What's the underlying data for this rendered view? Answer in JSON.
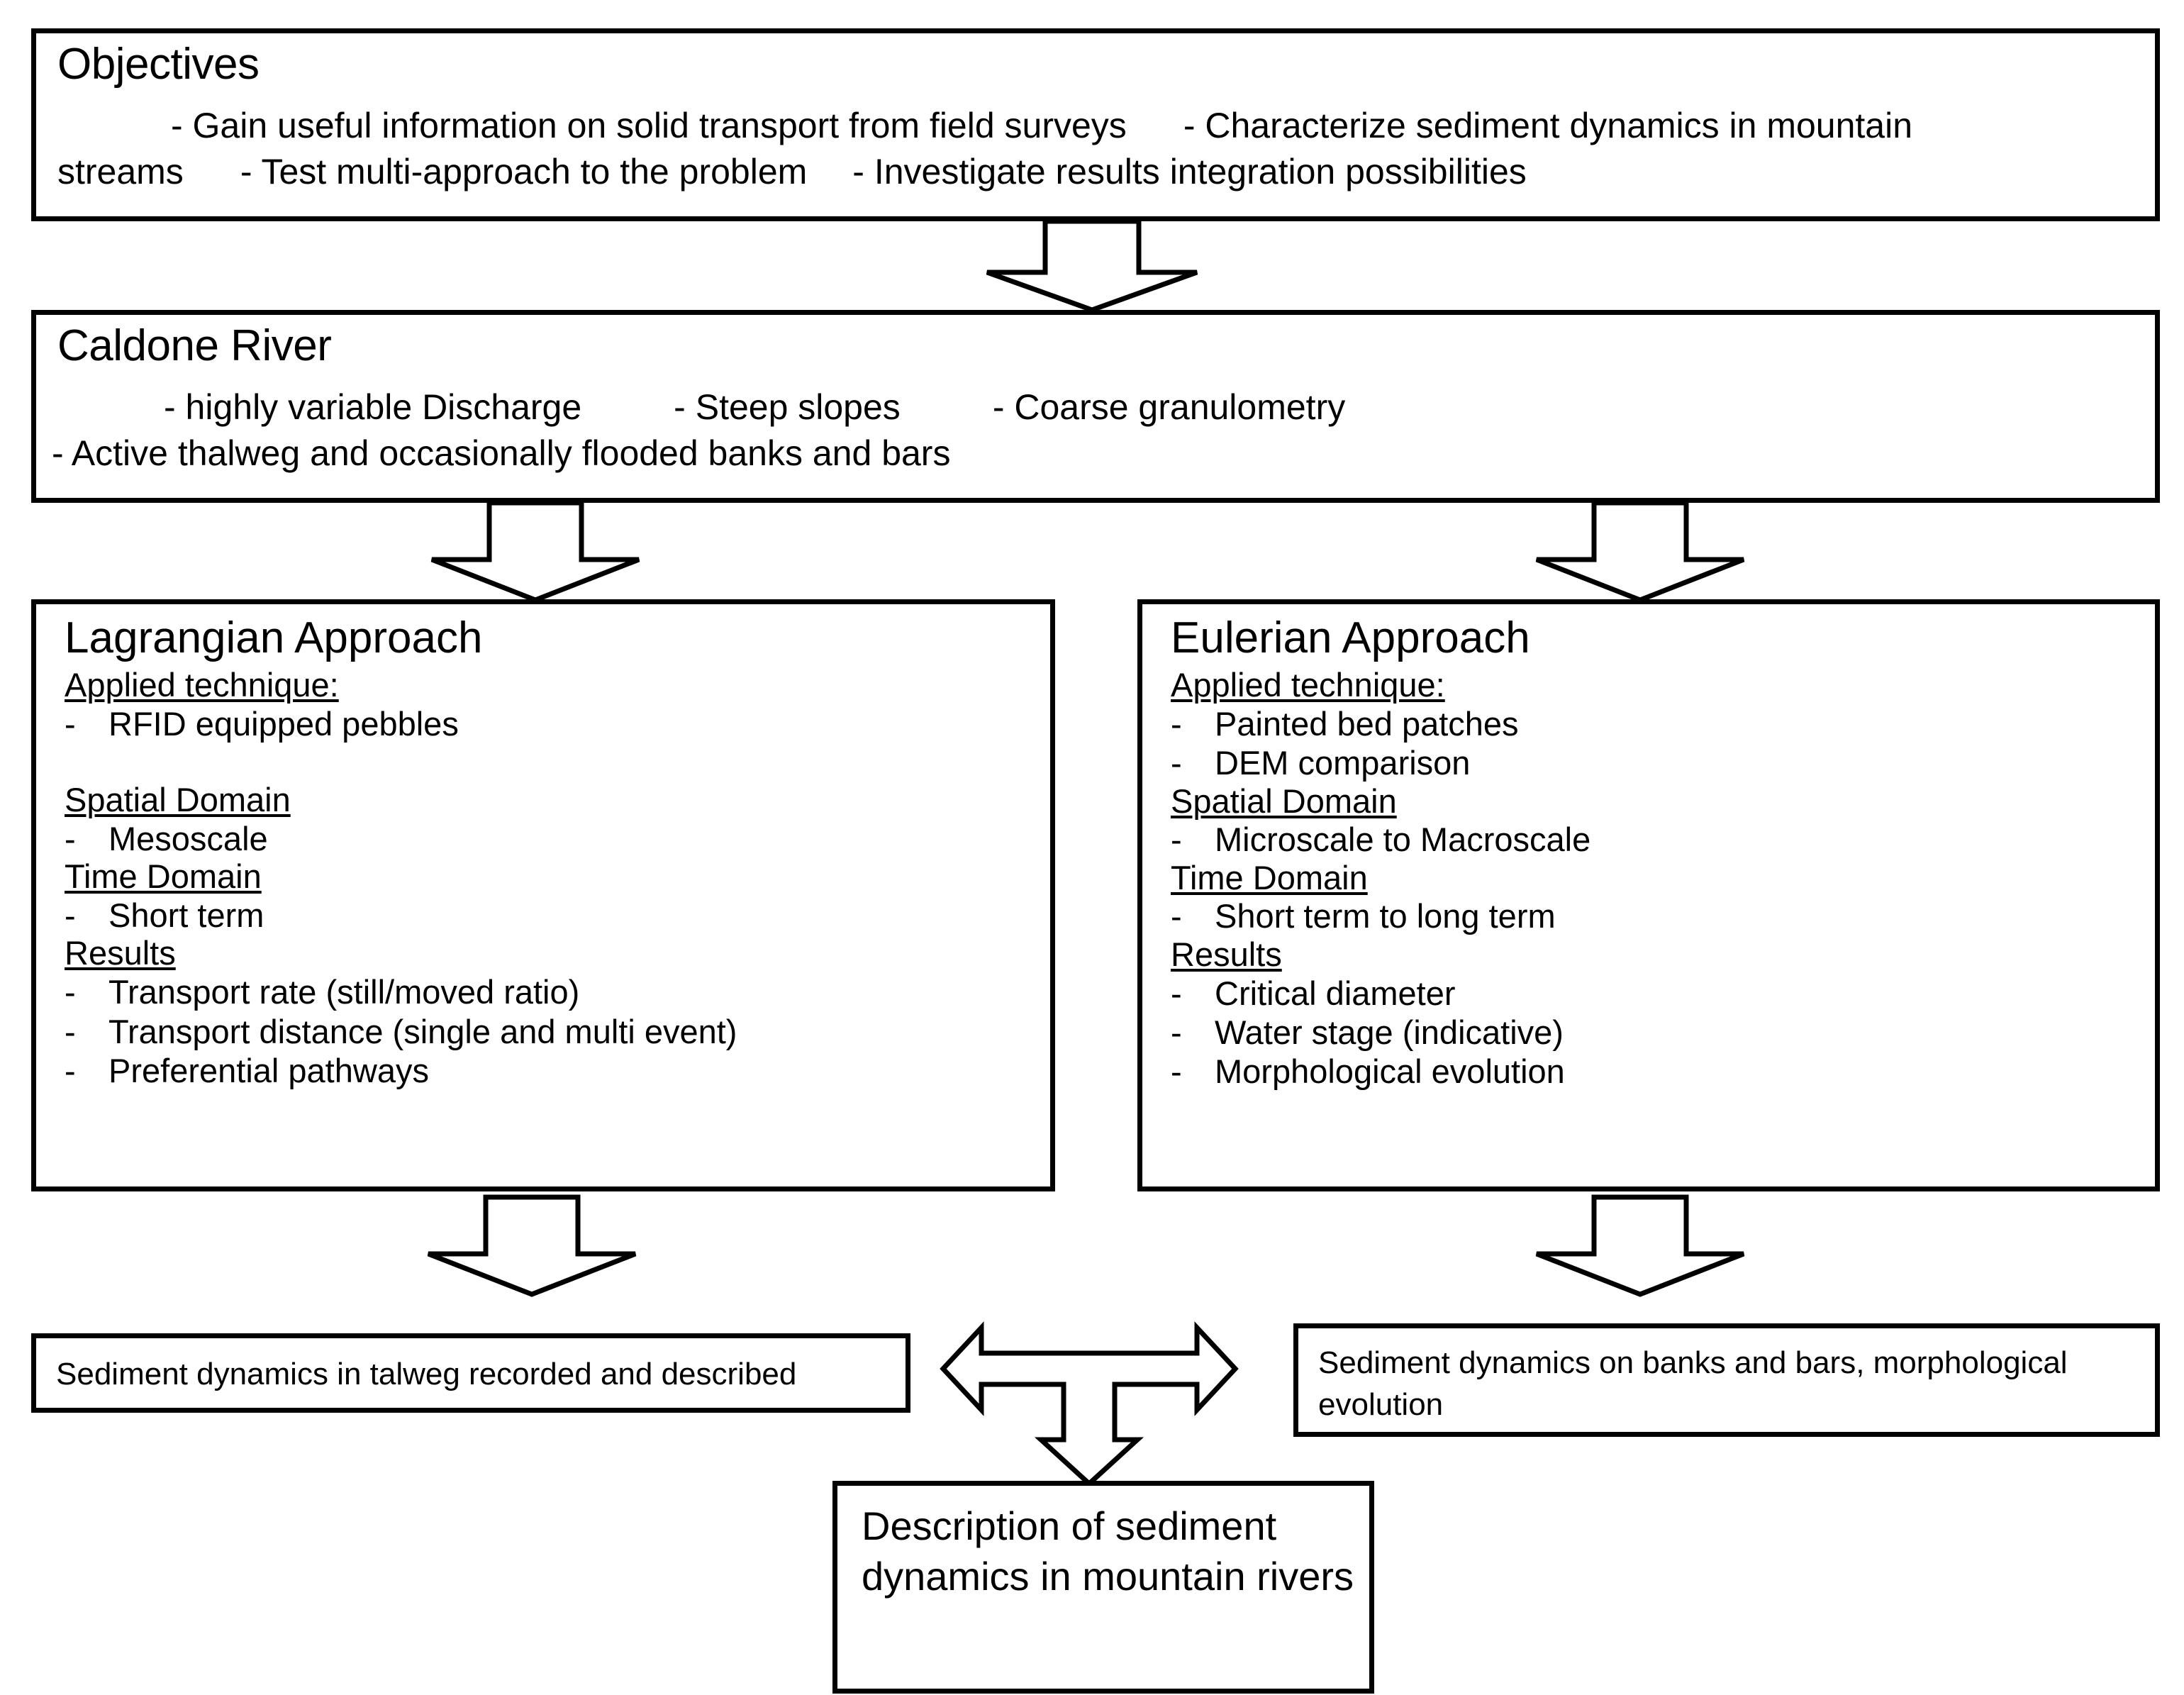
{
  "diagram": {
    "title": "Research flowchart: sediment dynamics in mountain rivers",
    "objectives": {
      "heading": "Objectives",
      "bullets": [
        "- Gain useful information on solid transport from field surveys",
        "- Characterize sediment dynamics in mountain streams",
        "- Test multi-approach to the problem",
        "- Investigate results integration possibilities"
      ],
      "line1_a": "- Gain useful information on solid transport from field surveys",
      "line1_b": "- Characterize sediment dynamics in mountain",
      "line2_a": "streams",
      "line2_b": "- Test multi-approach to the problem",
      "line2_c": "- Investigate results integration possibilities"
    },
    "caldone": {
      "heading": "Caldone River",
      "bullets": [
        "- highly variable Discharge",
        "- Steep slopes",
        "- Coarse granulometry",
        "- Active thalweg and occasionally flooded banks and bars"
      ],
      "line1_a": "- highly variable Discharge",
      "line1_b": "- Steep slopes",
      "line1_c": "- Coarse granulometry",
      "line2": "- Active thalweg and occasionally flooded banks and bars"
    },
    "lagrangian": {
      "heading": "Lagrangian Approach",
      "sections": [
        {
          "label": "Applied technique:",
          "items": [
            "RFID equipped pebbles"
          ]
        },
        {
          "label": "Spatial Domain",
          "items": [
            "Mesoscale"
          ]
        },
        {
          "label": "Time Domain",
          "items": [
            "Short term"
          ]
        },
        {
          "label": "Results",
          "items": [
            "Transport rate (still/moved ratio)",
            "Transport distance (single and multi event)",
            "Preferential pathways"
          ]
        }
      ]
    },
    "eulerian": {
      "heading": "Eulerian Approach",
      "sections": [
        {
          "label": "Applied technique:",
          "items": [
            "Painted bed patches",
            "DEM comparison"
          ]
        },
        {
          "label": "Spatial Domain",
          "items": [
            "Microscale to Macroscale"
          ]
        },
        {
          "label": "Time Domain",
          "items": [
            "Short term to long term"
          ]
        },
        {
          "label": "Results",
          "items": [
            "Critical diameter",
            "Water stage (indicative)",
            "Morphological evolution"
          ]
        }
      ]
    },
    "outcome_left": {
      "text": "Sediment dynamics in talweg recorded and described"
    },
    "outcome_right": {
      "text": "Sediment dynamics on banks and bars, morphological evolution"
    },
    "conclusion": {
      "text": "Description of sediment dynamics in mountain rivers"
    },
    "bullet_dash": "-",
    "connectors": [
      {
        "name": "objectives-to-caldone",
        "direction": "down"
      },
      {
        "name": "caldone-to-lagrangian",
        "direction": "down"
      },
      {
        "name": "caldone-to-eulerian",
        "direction": "down"
      },
      {
        "name": "lagrangian-to-talweg",
        "direction": "down"
      },
      {
        "name": "eulerian-to-banks",
        "direction": "down"
      },
      {
        "name": "outcomes-to-conclusion",
        "direction": "left-right-down"
      }
    ],
    "colors": {
      "stroke": "#000000",
      "fill": "#ffffff",
      "text": "#000000"
    }
  }
}
